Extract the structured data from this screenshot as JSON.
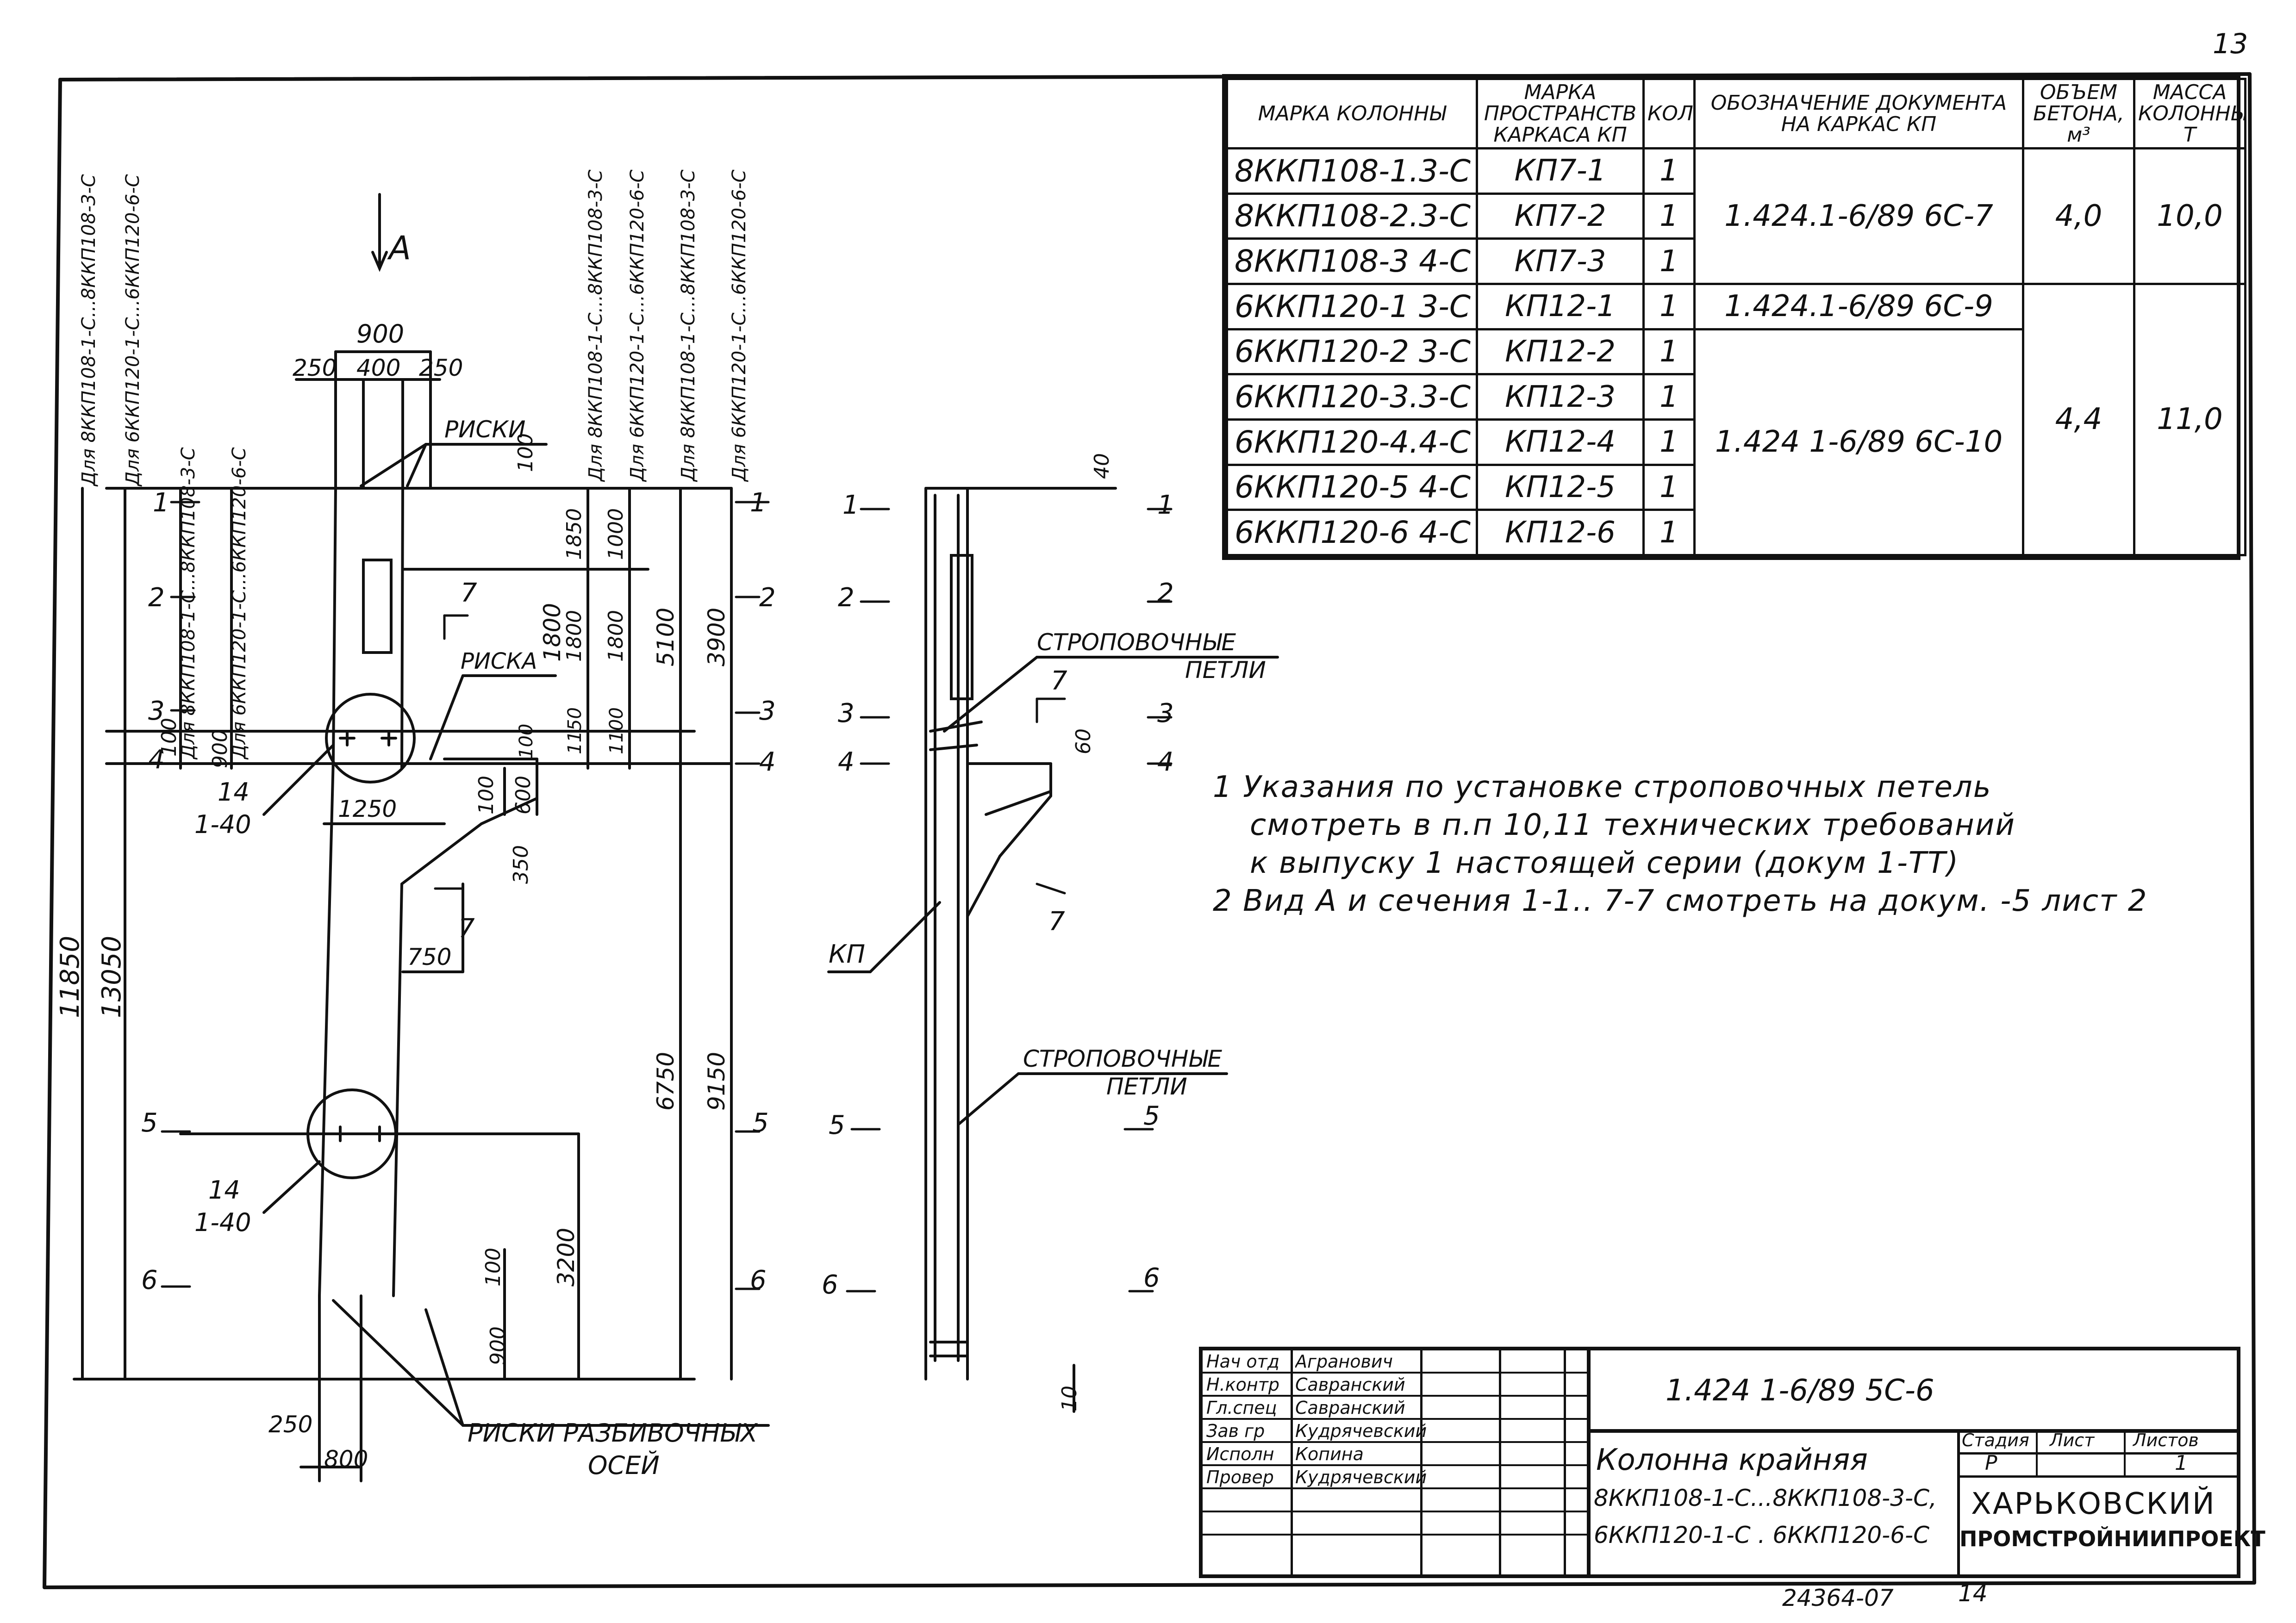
{
  "page_number": "13",
  "archive_number": "24364-07",
  "archive_suffix": "14",
  "view_label": "А",
  "section_marks": [
    "1",
    "2",
    "3",
    "4",
    "5",
    "6"
  ],
  "section_7": "7",
  "labels": {
    "riski": "РИСКИ",
    "riska": "РИСКА",
    "riski_axes_1": "РИСКИ РАЗБИВОЧНЫХ",
    "riski_axes_2": "ОСЕЙ",
    "lifting_loops_1": "СТРОПОВОЧНЫЕ",
    "lifting_loops_2": "ПЕТЛИ",
    "kp": "КП",
    "detail_num": "14",
    "detail_ref": "1-40"
  },
  "vertical_notes": {
    "left_1": "Для 8ККП108-1-С...8ККП108-3-С",
    "left_2": "Для 6ККП120-1-С...6ККП120-6-С",
    "mid_1": "Для 8ККП108-1-С...8ККП108-3-С",
    "mid_2": "Для 6ККП120-1-С...6ККП120-6-С",
    "right_1": "Для 8ККП108-1-С...8ККП108-3-С",
    "right_2": "Для 6ККП120-1-С...6ККП120-6-С",
    "right_3": "Для 8ККП108-1-С...8ККП108-3-С",
    "right_4": "Для 6ККП120-1-С...6ККП120-6-С"
  },
  "dimensions": {
    "d900": "900",
    "d250a": "250",
    "d400": "400",
    "d250b": "250",
    "d100a": "100",
    "d1800": "1800",
    "d100b": "100",
    "d1250": "1250",
    "d100c": "100",
    "d600": "600",
    "d350": "350",
    "d750": "750",
    "d3200": "3200",
    "d100d": "100",
    "d900b": "900",
    "d250c": "250",
    "d800": "800",
    "d11850": "11850",
    "d13050": "13050",
    "d1850": "1850",
    "d1000": "1000",
    "d1800b": "1800",
    "d1150": "1150",
    "d1100": "1100",
    "d5100": "5100",
    "d1800c": "1800",
    "d3900": "3900",
    "d100e": "100",
    "d6750": "6750",
    "d9150": "9150",
    "d40": "40",
    "d60": "60",
    "d10": "10",
    "d100f": "100",
    "d900c": "900"
  },
  "spec_table": {
    "headers": [
      "МАРКА КОЛОННЫ",
      "МАРКА ПРОСТРАНСТВ КАРКАСА КП",
      "КОЛ",
      "ОБОЗНАЧЕНИЕ ДОКУМЕНТА НА КАРКАС КП",
      "ОБЪЕМ БЕТОНА, м³",
      "МАССА КОЛОННЫ, Т"
    ],
    "rows": [
      {
        "mark": "8ККП108-1.3-С",
        "kp": "КП7-1",
        "qty": "1"
      },
      {
        "mark": "8ККП108-2.3-С",
        "kp": "КП7-2",
        "qty": "1"
      },
      {
        "mark": "8ККП108-3 4-С",
        "kp": "КП7-3",
        "qty": "1"
      },
      {
        "mark": "6ККП120-1 3-С",
        "kp": "КП12-1",
        "qty": "1"
      },
      {
        "mark": "6ККП120-2 3-С",
        "kp": "КП12-2",
        "qty": "1"
      },
      {
        "mark": "6ККП120-3.3-С",
        "kp": "КП12-3",
        "qty": "1"
      },
      {
        "mark": "6ККП120-4.4-С",
        "kp": "КП12-4",
        "qty": "1"
      },
      {
        "mark": "6ККП120-5 4-С",
        "kp": "КП12-5",
        "qty": "1"
      },
      {
        "mark": "6ККП120-6 4-С",
        "kp": "КП12-6",
        "qty": "1"
      }
    ],
    "groups": [
      {
        "doc": "1.424.1-6/89 6С-7",
        "volume": "4,0",
        "mass": "10,0"
      },
      {
        "doc": "1.424.1-6/89 6С-9"
      },
      {
        "doc": "1.424 1-6/89 6С-10",
        "volume": "4,4",
        "mass": "11,0"
      }
    ]
  },
  "notes": [
    "1 Указания по установке строповочных петель",
    "смотреть в п.п 10,11 технических требований",
    "к выпуску 1 настоящей серии (докум 1-ТТ)",
    "2 Вид А и сечения 1-1.. 7-7 смотреть на докум. -5 лист 2"
  ],
  "title_block": {
    "staff": [
      {
        "role": "Нач отд",
        "name": "Агранович"
      },
      {
        "role": "Н.контр",
        "name": "Савранский"
      },
      {
        "role": "Гл.спец",
        "name": "Савранский"
      },
      {
        "role": "Зав гр",
        "name": "Кудрячевский"
      },
      {
        "role": "Исполн",
        "name": "Копина"
      },
      {
        "role": "Провер",
        "name": "Кудрячевский"
      }
    ],
    "doc_code": "1.424 1-6/89 5С-6",
    "title_1": "Колонна крайняя",
    "title_2": "8ККП108-1-С...8ККП108-3-С,",
    "title_3": "6ККП120-1-С . 6ККП120-6-С",
    "stage_label": "Стадия",
    "sheet_label": "Лист",
    "sheets_label": "Листов",
    "stage": "Р",
    "sheets": "1",
    "org_1": "ХАРЬКОВСКИЙ",
    "org_2": "ПРОМСТРОЙНИИПРОЕКТ"
  }
}
